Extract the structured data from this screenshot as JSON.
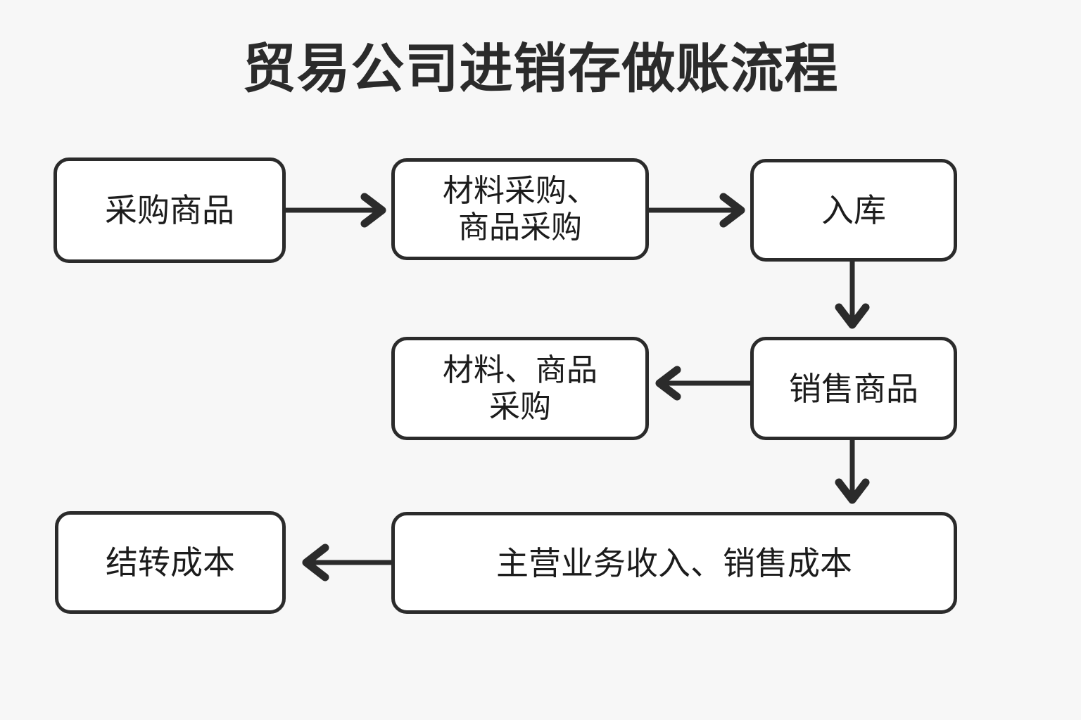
{
  "title": "贸易公司进销存做账流程",
  "colors": {
    "background": "#f7f7f7",
    "box_fill": "#ffffff",
    "stroke": "#2b2b2b",
    "text": "#1c1c1c"
  },
  "nodes": [
    {
      "id": "purchase-goods",
      "label": "采购商品",
      "row": 1,
      "col": 1
    },
    {
      "id": "material-purchase",
      "label": "材料采购、\n商品采购",
      "row": 1,
      "col": 2
    },
    {
      "id": "inbound",
      "label": "入库",
      "row": 1,
      "col": 3
    },
    {
      "id": "material-goods-buy",
      "label": "材料、商品\n采购",
      "row": 2,
      "col": 2
    },
    {
      "id": "sell-goods",
      "label": "销售商品",
      "row": 2,
      "col": 3
    },
    {
      "id": "carryover-cost",
      "label": "结转成本",
      "row": 3,
      "col": 1
    },
    {
      "id": "revenue-cost",
      "label": "主营业务收入、销售成本",
      "row": 3,
      "col": 2
    }
  ],
  "edges": [
    {
      "id": "e1",
      "from": "purchase-goods",
      "to": "material-purchase",
      "direction": "right"
    },
    {
      "id": "e2",
      "from": "material-purchase",
      "to": "inbound",
      "direction": "right"
    },
    {
      "id": "e3",
      "from": "inbound",
      "to": "sell-goods",
      "direction": "down"
    },
    {
      "id": "e4",
      "from": "sell-goods",
      "to": "material-goods-buy",
      "direction": "left"
    },
    {
      "id": "e5",
      "from": "sell-goods",
      "to": "revenue-cost",
      "direction": "down"
    },
    {
      "id": "e6",
      "from": "revenue-cost",
      "to": "carryover-cost",
      "direction": "left"
    }
  ],
  "chart_data": {
    "type": "diagram",
    "diagram_kind": "flowchart",
    "title": "贸易公司进销存做账流程",
    "node_labels": [
      "采购商品",
      "材料采购、商品采购",
      "入库",
      "材料、商品采购",
      "销售商品",
      "结转成本",
      "主营业务收入、销售成本"
    ],
    "flow_sequence": [
      "采购商品 → 材料采购、商品采购",
      "材料采购、商品采购 → 入库",
      "入库 → 销售商品",
      "销售商品 → 材料、商品采购",
      "销售商品 → 主营业务收入、销售成本",
      "主营业务收入、销售成本 → 结转成本"
    ]
  }
}
